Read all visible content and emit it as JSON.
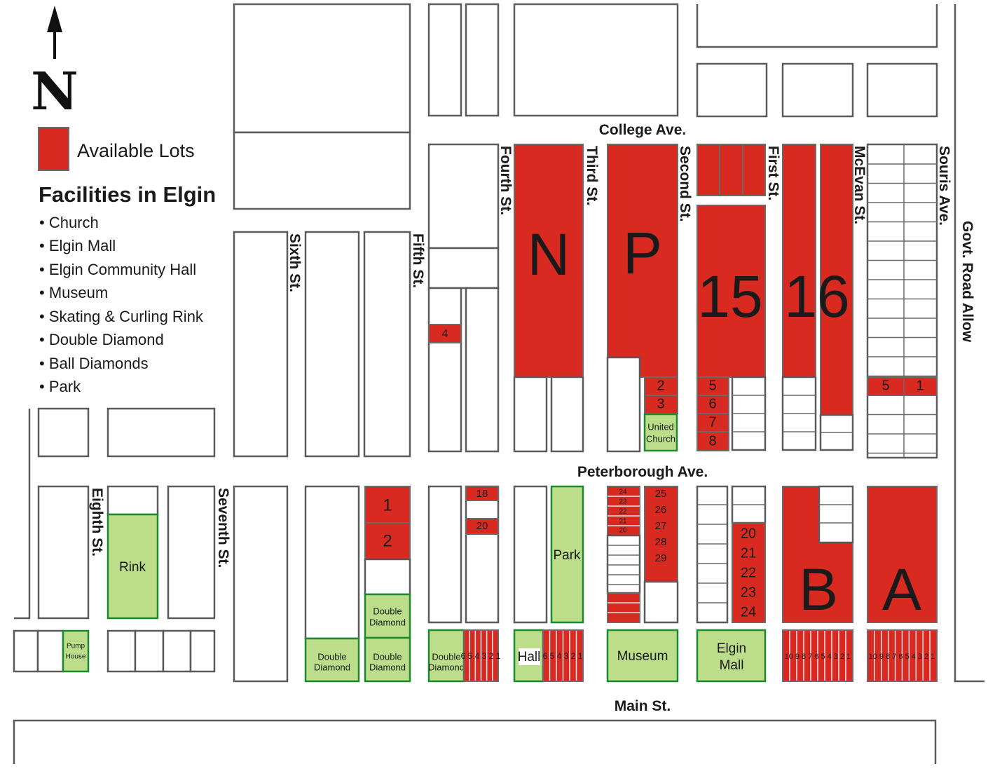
{
  "legend": {
    "north": "N",
    "available_lots": "Available Lots",
    "facilities_title": "Facilities in Elgin",
    "facilities": [
      "Church",
      "Elgin Mall",
      "Elgin Community Hall",
      "Museum",
      "Skating & Curling Rink",
      "Double Diamond",
      "Ball Diamonds",
      "Park"
    ]
  },
  "streets": {
    "college": "College Ave.",
    "peterborough": "Peterborough Ave.",
    "main": "Main St.",
    "eighth": "Eighth St.",
    "seventh": "Seventh St.",
    "sixth": "Sixth St.",
    "fifth": "Fifth St.",
    "fourth": "Fourth St.",
    "third": "Third St.",
    "second": "Second St.",
    "first": "First St.",
    "mcevan": "McEvan St.",
    "souris": "Souris Ave.",
    "govt": "Govt. Road Allow"
  },
  "blocks": {
    "n": "N",
    "p": "P",
    "b15": "15",
    "b16": "16",
    "b": "B",
    "a": "A"
  },
  "lots": {
    "fifth_4": "4",
    "second_2": "2",
    "second_3": "3",
    "first_5": "5",
    "first_6": "6",
    "first_7": "7",
    "first_8": "8",
    "souris_5": "5",
    "souris_1": "1",
    "south_1": "1",
    "south_2": "2",
    "south_18": "18",
    "south_20": "20",
    "p24": "24",
    "p23": "23",
    "p22": "22",
    "p21": "21",
    "p20": "20",
    "p25": "25",
    "p26": "26",
    "p27": "27",
    "p28": "28",
    "p29": "29",
    "m20": "20",
    "m21": "21",
    "m22": "22",
    "m23": "23",
    "m24": "24",
    "row6": "6 5 4 3 2 1",
    "row6b": "6 5 4 3 2 1",
    "row10": "10 9 8 7 6 5 4 3 2 1",
    "row10b": "10 9 8 7 6 5 4 3 2 1"
  },
  "facilities_on_map": {
    "church1": "United",
    "church2": "Church",
    "rink": "Rink",
    "pump1": "Pump",
    "pump2": "House",
    "dd1": "Double",
    "dd2": "Diamond",
    "park": "Park",
    "hall": "Hall",
    "museum": "Museum",
    "mall1": "Elgin",
    "mall2": "Mall"
  },
  "colors": {
    "available": "#d92a22",
    "facility": "#bcde8a",
    "facility_border": "#1e8a2e"
  }
}
